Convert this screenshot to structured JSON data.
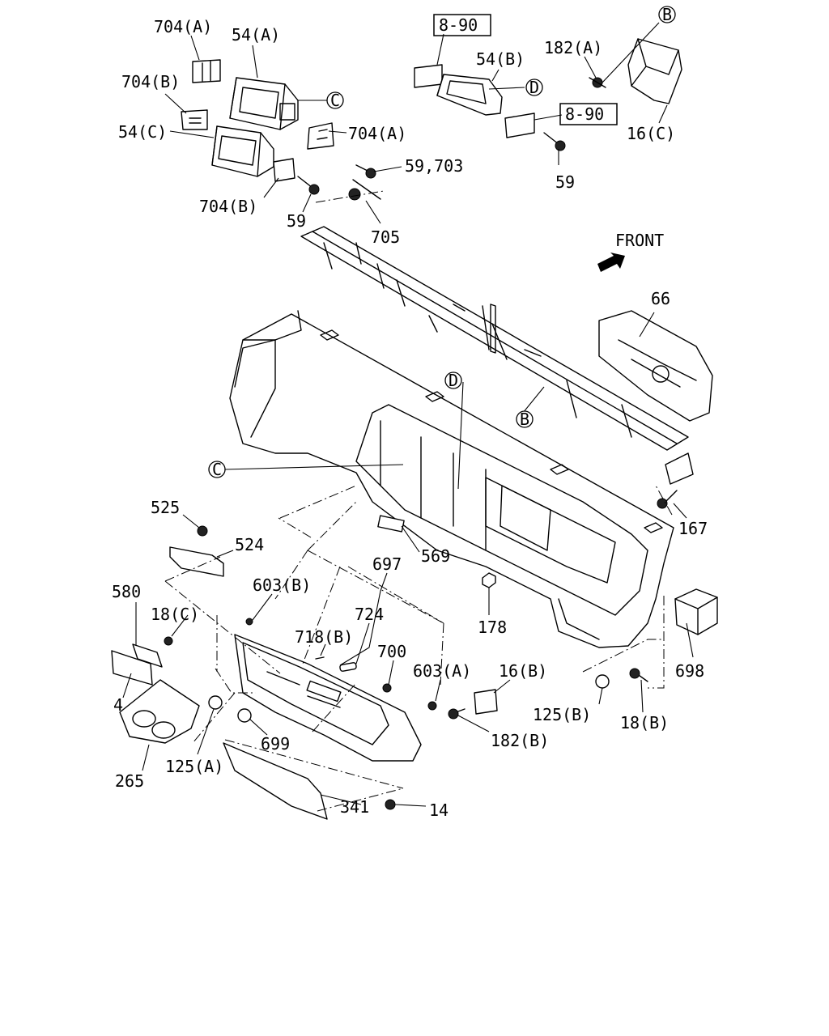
{
  "labels": {
    "l704a_top": "704(A)",
    "l54a": "54(A)",
    "l704b_top": "704(B)",
    "l54c": "54(C)",
    "l704a_mid": "704(A)",
    "l59_703": "59,703",
    "l704b_mid": "704(B)",
    "l59_left": "59",
    "l705": "705",
    "l890_top": "8-90",
    "l54b": "54(B)",
    "l182a": "182(A)",
    "l890_mid": "8-90",
    "l16c": "16(C)",
    "l59_right": "59",
    "front": "FRONT",
    "l66": "66",
    "l167": "167",
    "l525": "525",
    "l524": "524",
    "l697": "697",
    "l569": "569",
    "l580": "580",
    "l603b": "603(B)",
    "l18c": "18(C)",
    "l724": "724",
    "l718b": "718(B)",
    "l700": "700",
    "l603a": "603(A)",
    "l16b": "16(B)",
    "l178": "178",
    "l698": "698",
    "l4": "4",
    "l699": "699",
    "l125a": "125(A)",
    "l265": "265",
    "l341": "341",
    "l14": "14",
    "l182b": "182(B)",
    "l125b": "125(B)",
    "l18b": "18(B)"
  },
  "callouts": {
    "c_a": "C",
    "c_b": "C",
    "d_a": "D",
    "d_b": "D",
    "b_a": "B",
    "b_b": "B"
  }
}
